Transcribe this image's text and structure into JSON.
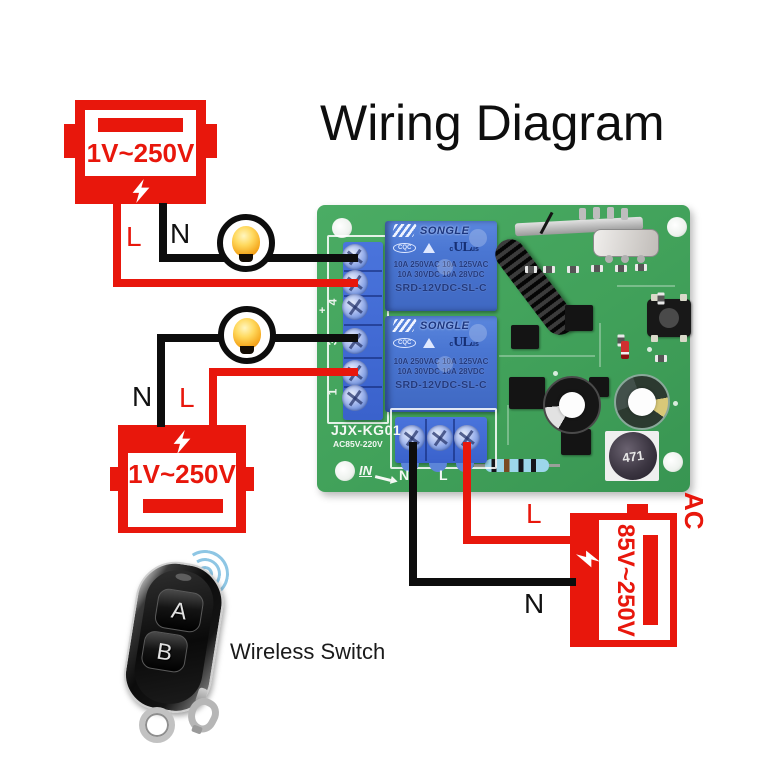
{
  "title": "Wiring Diagram",
  "colors": {
    "accent_red": "#e8170c",
    "pcb_green": "#41a15a",
    "relay_blue": "#4a76d2",
    "terminal_blue": "#3e68d4",
    "wave_blue": "#8ec6e4"
  },
  "power_sources": {
    "top": {
      "label": "1V~250V"
    },
    "middle": {
      "label": "1V~250V"
    },
    "bottom": {
      "label": "85V~250V",
      "type": "AC"
    }
  },
  "wire_labels": {
    "circuit1": {
      "live": "L",
      "neutral": "N"
    },
    "circuit2": {
      "live": "L",
      "neutral": "N"
    },
    "circuit3": {
      "live": "L",
      "neutral": "N"
    }
  },
  "pcb": {
    "model": "JJX-KG01",
    "voltage_range": "AC85V-220V",
    "in_label": "IN",
    "input_n": "N",
    "input_l": "L",
    "pin_numbers": [
      "4",
      "3",
      "1"
    ],
    "plus_mark": "+",
    "relay": {
      "brand": "SONGLE",
      "rating_line1": "10A 250VAC 10A 125VAC",
      "rating_line2": "10A 30VDC 10A 28VDC",
      "model": "SRD-12VDC-SL-C",
      "cqc": "CQC",
      "ul_prefix": "c",
      "ul": "UL",
      "ul_suffix": "us"
    },
    "inductor_label": "471"
  },
  "remote": {
    "button_a": "A",
    "button_b": "B",
    "caption": "Wireless Switch"
  }
}
